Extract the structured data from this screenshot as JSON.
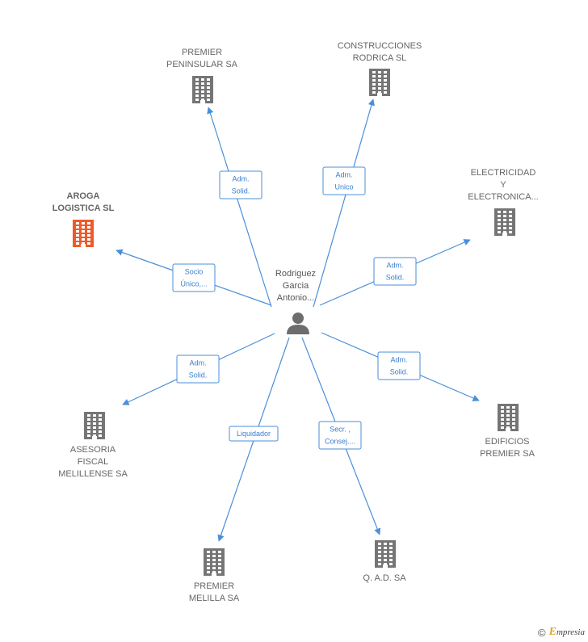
{
  "center": {
    "lines": [
      "Rodriguez",
      "Garcia",
      "Antonio..."
    ],
    "icon": "person-icon"
  },
  "colors": {
    "edge": "#4a8fd9",
    "building": "#757575",
    "highlight": "#f05a28"
  },
  "nodes": [
    {
      "id": "premier-peninsular",
      "lines": [
        "PREMIER",
        "PENINSULAR SA"
      ],
      "role": [
        "Adm.",
        "Solid."
      ],
      "highlight": false
    },
    {
      "id": "construcciones-rodrica",
      "lines": [
        "CONSTRUCCIONES",
        "RODRICA SL"
      ],
      "role": [
        "Adm.",
        "Unico"
      ],
      "highlight": false
    },
    {
      "id": "electricidad",
      "lines": [
        "ELECTRICIDAD",
        "Y",
        "ELECTRONICA..."
      ],
      "role": [
        "Adm.",
        "Solid."
      ],
      "highlight": false
    },
    {
      "id": "aroga",
      "lines": [
        "AROGA",
        "LOGISTICA SL"
      ],
      "role": [
        "Socio",
        "Único,..."
      ],
      "highlight": true
    },
    {
      "id": "asesoria",
      "lines": [
        "ASESORIA",
        "FISCAL",
        "MELILLENSE SA"
      ],
      "role": [
        "Adm.",
        "Solid."
      ],
      "highlight": false
    },
    {
      "id": "premier-melilla",
      "lines": [
        "PREMIER",
        "MELILLA SA"
      ],
      "role": [
        "Liquidador"
      ],
      "highlight": false
    },
    {
      "id": "qad",
      "lines": [
        "Q. A.D. SA"
      ],
      "role": [
        "Secr. ,",
        "Consej...."
      ],
      "highlight": false
    },
    {
      "id": "edificios",
      "lines": [
        "EDIFICIOS",
        "PREMIER SA"
      ],
      "role": [
        "Adm.",
        "Solid."
      ],
      "highlight": false
    }
  ],
  "footer": {
    "copyright": "©",
    "brand_first": "E",
    "brand_rest": "mpresia"
  }
}
